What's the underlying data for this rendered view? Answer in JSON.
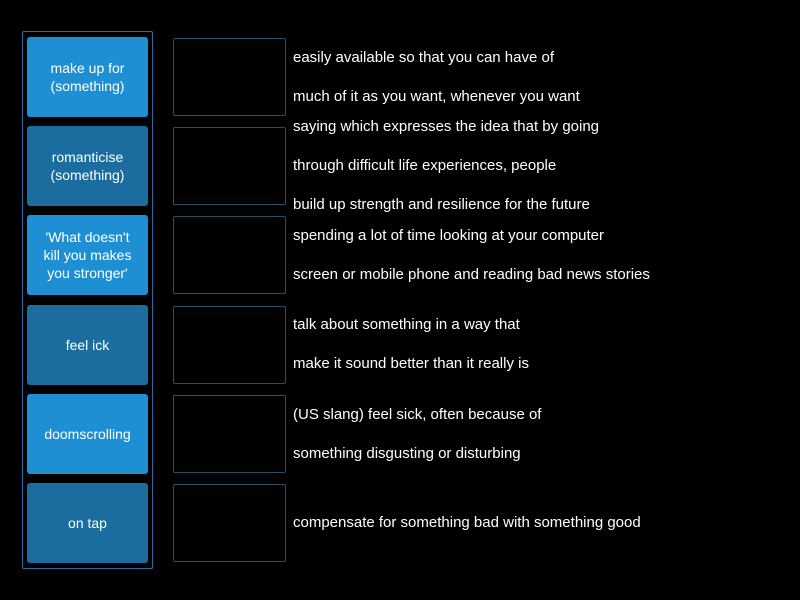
{
  "board": {
    "background_color": "#000000",
    "activity_type": "match-up",
    "tile_colors": {
      "light": "#1f8fd4",
      "dark": "#1a6d9e"
    },
    "dropzone_border_color": "#2b4f63",
    "tiles_container_border_color": "#2a6ea8"
  },
  "tiles": [
    {
      "id": "tile-1",
      "shade": "light",
      "lines": [
        "make up for",
        "(something)"
      ]
    },
    {
      "id": "tile-2",
      "shade": "dark",
      "lines": [
        "romanticise",
        "(something)"
      ]
    },
    {
      "id": "tile-3",
      "shade": "light",
      "lines": [
        "'What doesn't",
        "kill you makes",
        "you stronger'"
      ]
    },
    {
      "id": "tile-4",
      "shade": "dark",
      "lines": [
        "feel ick"
      ]
    },
    {
      "id": "tile-5",
      "shade": "light",
      "lines": [
        "doomscrolling"
      ]
    },
    {
      "id": "tile-6",
      "shade": "dark",
      "lines": [
        "on tap"
      ]
    }
  ],
  "dropzones": [
    {
      "id": "dropzone-1",
      "value": ""
    },
    {
      "id": "dropzone-2",
      "value": ""
    },
    {
      "id": "dropzone-3",
      "value": ""
    },
    {
      "id": "dropzone-4",
      "value": ""
    },
    {
      "id": "dropzone-5",
      "value": ""
    },
    {
      "id": "dropzone-6",
      "value": ""
    }
  ],
  "definitions": [
    {
      "id": "definition-1",
      "lines": [
        "easily available so that you can have of",
        "much of it as you want, whenever you want"
      ]
    },
    {
      "id": "definition-2",
      "lines": [
        "saying which expresses the idea that by going",
        "through difficult life experiences, people",
        "build up strength and resilience for the future"
      ]
    },
    {
      "id": "definition-3",
      "lines": [
        "spending a lot of time looking at your computer",
        "screen or mobile phone and reading bad news stories"
      ]
    },
    {
      "id": "definition-4",
      "lines": [
        "talk about something in a way that",
        "make it sound better than it really is"
      ]
    },
    {
      "id": "definition-5",
      "lines": [
        "(US slang) feel sick, often because of",
        "something disgusting or disturbing"
      ]
    },
    {
      "id": "definition-6",
      "lines": [
        "compensate for something bad with something good"
      ]
    }
  ]
}
